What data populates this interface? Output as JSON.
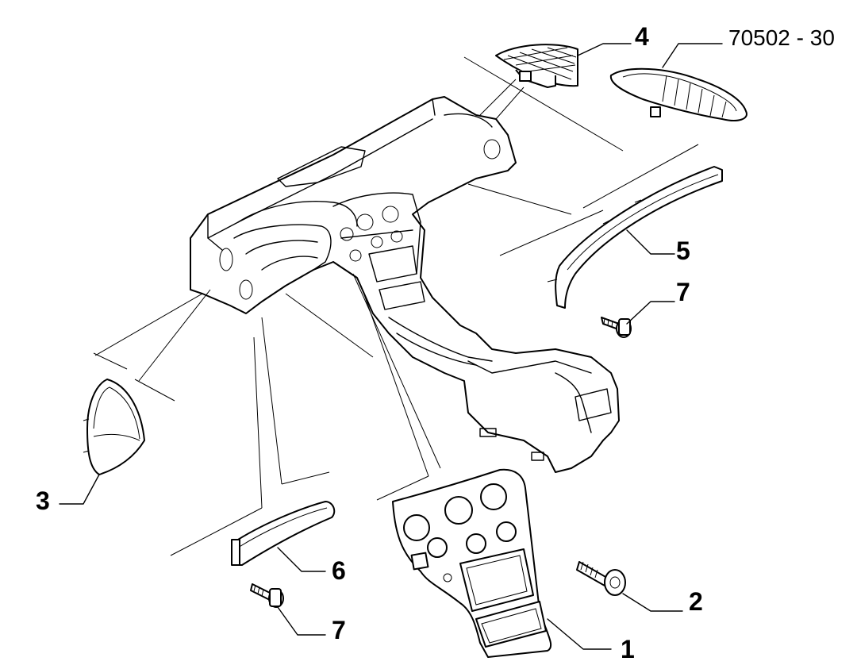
{
  "reference_code": "70502 - 30",
  "parts": [
    {
      "id": "part-1",
      "number": "1",
      "name": "center-console-trim-panel"
    },
    {
      "id": "part-2",
      "number": "2",
      "name": "screw-large"
    },
    {
      "id": "part-3",
      "number": "3",
      "name": "instrument-cluster-cover"
    },
    {
      "id": "part-4",
      "number": "4",
      "name": "dashboard-top-vent-grille"
    },
    {
      "id": "part-5",
      "number": "5",
      "name": "dashboard-trim-strip"
    },
    {
      "id": "part-6",
      "number": "6",
      "name": "lower-trim-piece"
    },
    {
      "id": "part-7a",
      "number": "7",
      "name": "screw-upper"
    },
    {
      "id": "part-7b",
      "number": "7",
      "name": "screw-lower"
    }
  ]
}
